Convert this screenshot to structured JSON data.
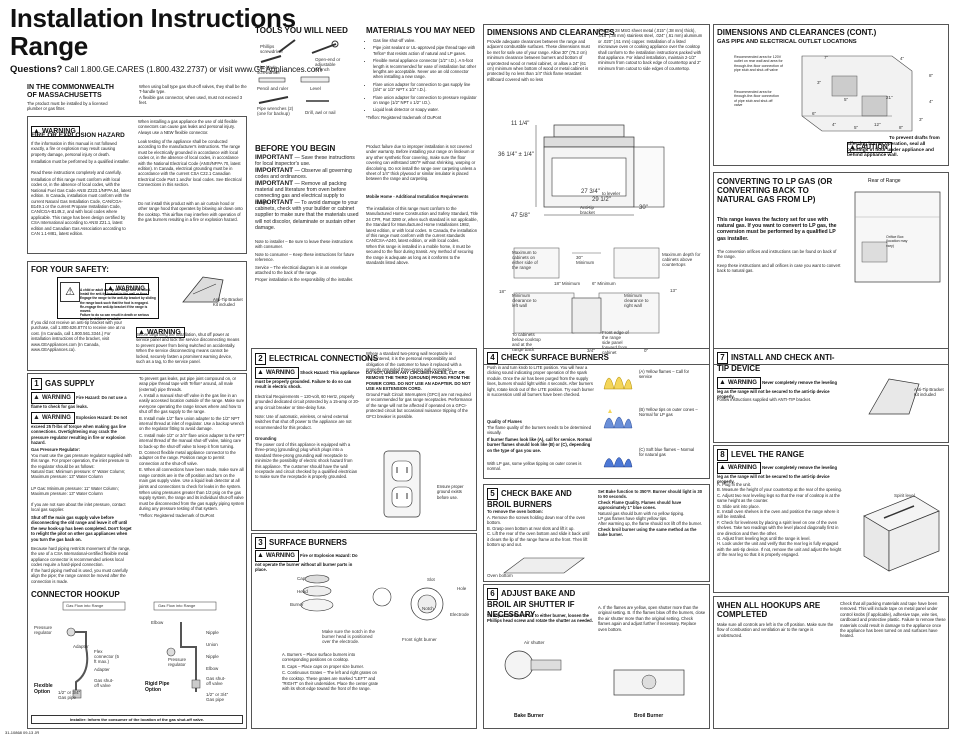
{
  "title": "Installation Instructions\nRange",
  "questions": {
    "label": "Questions?",
    "text": "Call 1.800.GE.CARES (1.800.432.2737) or visit www.GEAppliances.com"
  },
  "mass": {
    "heading": "IN THE COMMONWEALTH OF MASSACHUSETTS",
    "bullets": [
      "The product must be installed by a licensed plumber or gas fitter.",
      "When using ball type gas shut-off valves, they shall be the T-handle type.",
      "A flexible gas connector, when used, must not exceed 3 feet."
    ]
  },
  "warning_label": "WARNING",
  "caution_label": "CAUTION",
  "fire": {
    "heading": "FIRE OR EXPLOSION HAZARD",
    "p1": "If the information in this manual is not followed exactly, a fire or explosion may result causing property damage, personal injury or death.",
    "p2": "Installation must be performed by a qualified installer.",
    "p3": "Read these instructions completely and carefully.",
    "p4": "Installation of this range must conform with local codes or, in the absence of local codes, with the National Fuel Gas Code ANSI Z223.1/NFPA.54, latest edition. In Canada, installation must conform with the current Natural Gas Installation Code, CAN/CGA-B149.1 or the current Propane Installation Code, CAN/CGA-B149.2, and with local codes where applicable. This range has been design certified by CSA International according to ANSI Z21.1, latest edition and Canadian Gas Association according to CAN 1.1-M81, latest edition.",
    "c2": "When installing a gas appliance the use of old flexible connectors can cause gas leaks and personal injury. Always use a NEW flexible connector.",
    "c2b": "Leak testing of the appliance shall be conducted according to the manufacturer's instructions. The range must be electrically grounded in accordance with local codes or, in the absence of local codes, in accordance with the National Electrical Code (ANSI/NFPA 70, latest edition). In Canada, electrical grounding must be in accordance with the current CSA C22.1 Canadian Electrical Code Part 1 and/or local codes. See Electrical Connections in this section.",
    "c2c": "Do not install this product with an air curtain hood or other range hood that operates by blowing air down onto the cooktop. This airflow may interfere with operation of the gas burners resulting in a fire or explosion hazard."
  },
  "safety": {
    "heading": "FOR YOUR SAFETY:",
    "tip_bullets": [
      "A child or adult can tip the range and be killed.",
      "Install the anti-tip bracket to the wall or floor.",
      "Engage the range to the anti-tip bracket by sliding the range back such that the foot is engaged.",
      "Re-engage the anti-tip bracket if the range is moved.",
      "Failure to do so can result in death or serious burns to children or adults."
    ],
    "bracket_label": "Anti-Tip Bracket Kit included",
    "tip_text": "If you did not receive an anti-tip bracket with your purchase, call 1.800.626.8774 to receive one at no cost. (In Canada, call 1.800.561.3344.) For installation instructions of the bracket, visit www.GEAppliances.com (In Canada, www.GEAppliances.ca).",
    "before_text": "Before beginning the installation, shut off power at service panel and lock the service disconnecting means to prevent power from being switched on accidentally. When the service disconnecting means cannot be locked, securely fasten a prominent warning device, such as a tag, to the service panel."
  },
  "tools": {
    "heading": "TOOLS YOU WILL NEED",
    "items": [
      "Phillips screwdriver",
      "Flat-blade screwdriver",
      "Open-end or adjustable wrench",
      "Pencil and ruler",
      "Level",
      "Pipe wrenches (2) (one for backup)",
      "Drill, awl or nail"
    ]
  },
  "materials": {
    "heading": "MATERIALS YOU MAY NEED",
    "bullets": [
      "Gas line shut-off valve.",
      "Pipe joint sealant or UL-approved pipe thread tape with Teflon* that resists action of natural and LP gases.",
      "Flexible metal appliance connector (1/2\" I.D.). A 5-foot length is recommended for ease of installation but other lengths are acceptable. Never use an old connector when installing a new range.",
      "Flare union adapter for connection to gas supply line (3/4\" or 1/2\" NPT x 1/2\" I.D.).",
      "Flare union adapter for connection to pressure regulator on range (1/2\" NPT x 1/2\" I.D.).",
      "Liquid leak detector or soapy water."
    ],
    "footnote": "*Teflon: Registered trademark of DuPont"
  },
  "before": {
    "heading": "BEFORE YOU BEGIN",
    "imp_word": "IMPORTANT",
    "imp1": "— Save these instructions for local inspector's use.",
    "imp2": "— Observe all governing codes and ordinances.",
    "imp3": "— Remove all packing material and literature from oven before connecting gas and electrical supply to range.",
    "imp4": "— To avoid damage to your cabinets, check with your builder or cabinet supplier to make sure that the materials used will not discolor, delaminate or sustain other damage.",
    "note1": "Note to installer – Be sure to leave these instructions with consumer.",
    "note2": "Note to consumer – Keep these instructions for future reference.",
    "service": "Service – The electrical diagram is in an envelope attached to the back of the range.",
    "proper": "Proper installation is the responsibility of the installer.",
    "col2": "Product failure due to improper installation is not covered under warranty. Before installing your range on linoleum or any other synthetic floor covering, make sure the floor covering can withstand 180°F without shrinking, warping or discoloring. Do not install the range over carpeting unless a sheet of 1/4\" thick plywood or similar insulator is placed between the range and carpeting.",
    "mobile_heading": "Mobile Home - Additional Installation Requirements",
    "mobile": "The installation of this range must conform to the Manufactured Home Construction and Safety Standard, Title 24 CFR, Part 3280 or, when such standard is not applicable, the Standard for Manufactured Home Installations 1982, latest edition, or with local codes. In Canada, the installation of this range must conform with the current standards CAN/CSA-A240, latest edition, or with local codes.",
    "mobile2": "When this range is installed in a mobile home, it must be secured to the floor during transit. Any method of securing the range is adequate as long as it conforms to the standards listed above."
  },
  "dims": {
    "heading": "DIMENSIONS AND CLEARANCES",
    "text": "Provide adequate clearances between the range and adjacent combustible surfaces. These dimensions must be met for safe use of your range. Allow 30\" (76.2 cm) minimum clearance between burners and bottom of unprotected wood or metal cabinet, or allow a 24\" (61 cm) minimum when bottom of wood or metal cabinet is protected by no less than 1/4\" thick flame retardant millboard covered with no less",
    "text2": "than No. 28 MSG sheet metal (.015\" (.38 mm) thick), .015\" (.38 mm) stainless steel, .024\" (.61 mm) aluminum or .020\" (.51 mm) copper. Installation of a listed microwave oven or cooking appliance over the cooktop shall conform to the installation instructions packed with that appliance. For island installation, maintain 2-1/2\" minimum from cutout to back edge of countertop and 2\" minimum from cutout to side edges of countertop.",
    "measures": [
      "11 1/4\"",
      "36 1/4\" ± 1/4\"",
      "27 3/4\"",
      "47 5/8\"",
      "29 1/2\"",
      "30\"",
      "Anti-tip bracket",
      "to leveler"
    ],
    "clear_labels": [
      "Maximum to cabinets on either side of the range",
      "18\"",
      "Minimum clearance to left wall",
      "30\" Minimum",
      "18\" Minimum",
      "6\" Minimum",
      "Minimum clearance to right wall",
      "13\"",
      "Maximum depth for cabinets above countertops",
      "To cabinets below cooktop and at the range back",
      "Front edge of the range side panel forward from cabinet",
      "3/4\"",
      "0\""
    ]
  },
  "dims2": {
    "heading": "DIMENSIONS AND CLEARANCES (CONT.)",
    "sub": "GAS PIPE AND ELECTRICAL OUTLET LOCATIONS",
    "labels": [
      "Recommended area for 120V outlet on rear wall and area for through-the-floor connection of pipe stub and shut-off valve",
      "Recommended area for through-the-floor connection of pipe stub and shut-off valve"
    ],
    "dims": [
      "7\"",
      "4\"",
      "8\"",
      "3\"",
      "21\"",
      "4\"",
      "5\"",
      "6\"",
      "4\"",
      "5\"",
      "12\"",
      "8\"",
      "3\""
    ],
    "caution_text": "To prevent drafts from affecting burner operation, seal all openings in floor under appliance and behind appliance wall."
  },
  "lp": {
    "heading": "CONVERTING TO LP GAS (OR CONVERTING BACK TO NATURAL GAS FROM LP)",
    "bold": "This range leaves the factory set for use with natural gas. If you want to convert to LP gas, the conversion must be performed by a qualified LP gas installer.",
    "p1": "The conversion orifices and instructions can be found on back of the range.",
    "p2": "Keep these instructions and all orifices in case you want to convert back to natural gas.",
    "rear": "Rear of Range",
    "orifice": "Orifice Box (location may vary)"
  },
  "step1": {
    "num": "1",
    "heading": "GAS SUPPLY",
    "w1": "Fire Hazard: Do not use a flame to check for gas leaks.",
    "w2": "Explosion Hazard: Do not exceed 25 ft-lbs of torque when making gas line connections. Overtightening may crack the pressure regulator resulting in fire or explosion hazard.",
    "pressure_head": "Gas Pressure Regulator:",
    "pressure": "You must use the gas pressure regulator supplied with this range. For proper operation, the inlet pressure to the regulator should be as follows:",
    "natural": "Natural Gas: Minimum pressure: 6\" Water Column; Maximum pressure: 13\" Water Column",
    "lpgas": "LP Gas: Minimum pressure: 11\" Water Column; Maximum pressure: 13\" Water Column",
    "unsure": "If you are not sure about the inlet pressure, contact local gas supplier.",
    "shutoff": "Shut off the main gas supply valve before disconnecting the old range and leave it off until the new hook-up has been completed. Don't forget to relight the pilot on other gas appliances when you turn the gas back on.",
    "p2": "Because hard piping restricts movement of the range, the use of a CSA International-certified flexible metal appliance connector is recommended unless local codes require a hard-piped connection.",
    "p3": "If the hard piping method is used, you must carefully align the pipe; the range cannot be moved after the connection is made.",
    "col2": "To prevent gas leaks, put pipe joint compound on, or wrap pipe thread tape with Teflon* around, all male (external) pipe threads.",
    "steps": [
      "A. Install a manual shut-off valve in the gas line in an easily accessed location outside of the range. Make sure everyone operating the range knows where and how to shut off the gas supply to the range.",
      "B. Install male 1/2\" flare union adapter to the 1/2\" NPT internal thread at inlet of regulator. Use a backup wrench on the regulator fitting to avoid damage.",
      "C. Install male 1/2\" or 3/4\" flare union adapter to the NPT internal thread of the manual shut-off valve, taking care to back-up the shut-off valve to keep it from turning.",
      "D. Connect flexible metal appliance connector to the adapter on the range. Position range to permit connection at the shut-off valve.",
      "E. When all connections have been made, make sure all range controls are in the off position and turn on the main gas supply valve. Use a liquid leak detector at all joints and connections to check for leaks in the system."
    ],
    "col2b": "When using pressures greater than 1/2 psig on the gas supply system, the range and its individual shut-off valve must be disconnected from the gas supply piping system during any pressure testing of that system.",
    "footnote": "*Teflon: Registered trademark of DuPont"
  },
  "hookup": {
    "heading": "CONNECTOR HOOKUP",
    "left_label": "Flexible Option",
    "right_label": "Rigid Pipe Option",
    "top_label": "Gas Flow into Range",
    "parts": [
      "Pressure regulator",
      "Adapter",
      "Flex connector (5 ft max.)",
      "Adapter",
      "Gas shut-off valve",
      "1/2\" or 3/4\" Gas pipe",
      "Elbow",
      "Nipple",
      "Union",
      "Nipple",
      "Elbow",
      "Gas shut-off valve",
      "1/2\" or 3/4\" Gas pipe",
      "Pressure regulator"
    ],
    "note": "Installer: Inform the consumer of the location of the gas shut-off valve."
  },
  "step2": {
    "num": "2",
    "heading": "ELECTRICAL CONNECTIONS",
    "warn": "Shock Hazard: This appliance must be properly grounded. Failure to do so can result in electric shock.",
    "req": "Electrical Requirements – 120-volt, 60 Hertz, properly grounded dedicated circuit protected by a 15-amp or 20-amp circuit breaker or time-delay fuse.",
    "note": "Note: Use of automatic, wireless, or wired external switches that shut off power to the appliance are not recommended for this product.",
    "grounding_head": "Grounding",
    "grounding": "The power cord of this appliance is equipped with a three-prong (grounding) plug which plugs into a standard three-prong grounding wall receptacle to minimize the possibility of electric shock hazard from this appliance. The customer should have the wall receptacle and circuit checked by a qualified electrician to make sure the receptacle is properly grounded.",
    "col2": "Where a standard two-prong wall receptacle is encountered, it is the personal responsibility and obligation of the customer to have it replaced with a properly grounded three-prong wall receptacle.",
    "bold": "DO NOT, UNDER ANY CIRCUMSTANCES, CUT OR REMOVE THE THIRD (GROUND) PRONG FROM THE POWER CORD. DO NOT USE AN ADAPTER. DO NOT USE AN EXTENSION CORD.",
    "gfci": "Ground Fault Circuit Interrupters (GFCI) are not required or recommended for gas range receptacles. Performance of the range will not be affected if operated on a GFCI-protected circuit but occasional nuisance tripping of the GFCI breaker is possible.",
    "outlet_label": "Ensure proper ground exists before use."
  },
  "step3": {
    "num": "3",
    "heading": "SURFACE BURNERS",
    "warn": "Fire or Explosion Hazard: Do not operate the burner without all burner parts in place.",
    "labels": [
      "Cap",
      "Head",
      "Burner",
      "Slot",
      "Hole",
      "Electrode",
      "Front right burner",
      "Make sure the notch in the burner head is positioned over the electrode.",
      "Notch"
    ],
    "steps": [
      "A. Burners – Place surface burners into corresponding positions on cooktop.",
      "B. Caps – Place caps on proper size burner.",
      "C. Continuous Grates – The left and right grates on the cooktop. These grates are marked \"LEFT\" and \"RIGHT\" on their undersides. Place the center grate with its short edge toward the front of the range."
    ]
  },
  "step4": {
    "num": "4",
    "heading": "CHECK SURFACE BURNERS",
    "text": "Push in and turn knob to LITE position. You will hear a clicking sound indicating proper operation of the spark module. Once the air has been purged from the supply lines, burners should light within 4 seconds. After burners light, rotate knob out of the LITE position. Try each burner in succession until all burners have been checked.",
    "quality_head": "Quality of Flames",
    "quality": "The flame quality of the burners needs to be determined visually.",
    "bold": "If burner flames look like (A), call for service. Normal burner flames should look like (B) or (C), depending on the type of gas you use.",
    "lp": "With LP gas, some yellow tipping on outer cones is normal.",
    "flames": [
      "(A) Yellow flames – Call for service",
      "(B) Yellow tips on outer cones – Normal for LP gas",
      "(C) Soft blue flames – Normal for natural gas"
    ]
  },
  "step5": {
    "num": "5",
    "heading": "CHECK BAKE AND BROIL BURNERS",
    "remove_head": "To remove the oven bottom:",
    "remove": [
      "A. Remove the screws holding down rear of the oven bottom.",
      "B. Grasp oven bottom at rear slots and lift it up.",
      "C. Lift the rear of the oven bottom and slide it back until it clears the lip of the range frame at the front. Then lift bottom up and out."
    ],
    "oven_bottom": "Oven bottom",
    "bullets": [
      "Set Bake function to 350°F. Burner should light in 30 to 90 seconds.",
      "Check Flame Quality. Flames should have approximately 1\" blue cones.",
      "Natural gas should burn with no yellow tipping.",
      "LP gas flames have slight yellow tips.",
      "After warming up, the flame should not lift off the burner.",
      "Check broil burner using the same method as the bake burner."
    ]
  },
  "step6": {
    "num": "6",
    "heading": "ADJUST BAKE AND BROIL AIR SHUTTER IF NECESSARY",
    "text": "To adjust the flow of air to either burner, loosen the Phillips head screw and rotate the shutter as needed.",
    "air_shutter": "Air shutter",
    "bake": "Bake Burner",
    "broil": "Broil Burner",
    "col2": "A. If the flames are yellow, open shutter more than the original setting. B. If the flames blow off the burners, close the air shutter more than the original setting. Check flames again and adjust further if necessary. Replace oven bottom."
  },
  "step7": {
    "num": "7",
    "heading": "INSTALL AND CHECK ANTI-TIP DEVICE",
    "warn": "Never completely remove the leveling leg as the range will not be secured to the anti-tip device properly.",
    "text": "Follow instructions supplied with ANTI-TIP bracket.",
    "bracket": "Anti-Tip Bracket Kit included"
  },
  "step8": {
    "num": "8",
    "heading": "LEVEL THE RANGE",
    "warn": "Never completely remove the leveling leg as the range will not be secured to the anti-tip device properly.",
    "steps": [
      "A. Plug in the unit.",
      "B. Measure the height of your countertop at the rear of the opening.",
      "C. Adjust two rear leveling legs so that the rear of cooktop is at the same height as the counter.",
      "D. Slide unit into place.",
      "E. Install oven shelves in the oven and position the range where it will be installed.",
      "F. Check for levelness by placing a spirit level on one of the oven shelves. Take two readings with the level placed diagonally first in one direction and then the other.",
      "G. Adjust front leveling legs until the range is level.",
      "H. Look under the unit and verify that the rear leg is fully engaged with the anti-tip device. If not, remove the unit and adjust the height of the rear leg so that it is properly engaged."
    ],
    "spirit": "Spirit level"
  },
  "completed": {
    "heading": "WHEN ALL HOOKUPS ARE COMPLETED",
    "text": "Make sure all controls are left in the off position. Make sure the flow of combustion and ventilation air to the range is unobstructed.",
    "text2": "Check that all packing materials and tape have been removed. This will include tape on metal panel under control knobs (if applicable), adhesive tape, wire ties, cardboard and protective plastic. Failure to remove these materials could result in damage to the appliance once the appliance has been turned on and surfaces have heated."
  },
  "footer": "31-10868 09-13 JR"
}
